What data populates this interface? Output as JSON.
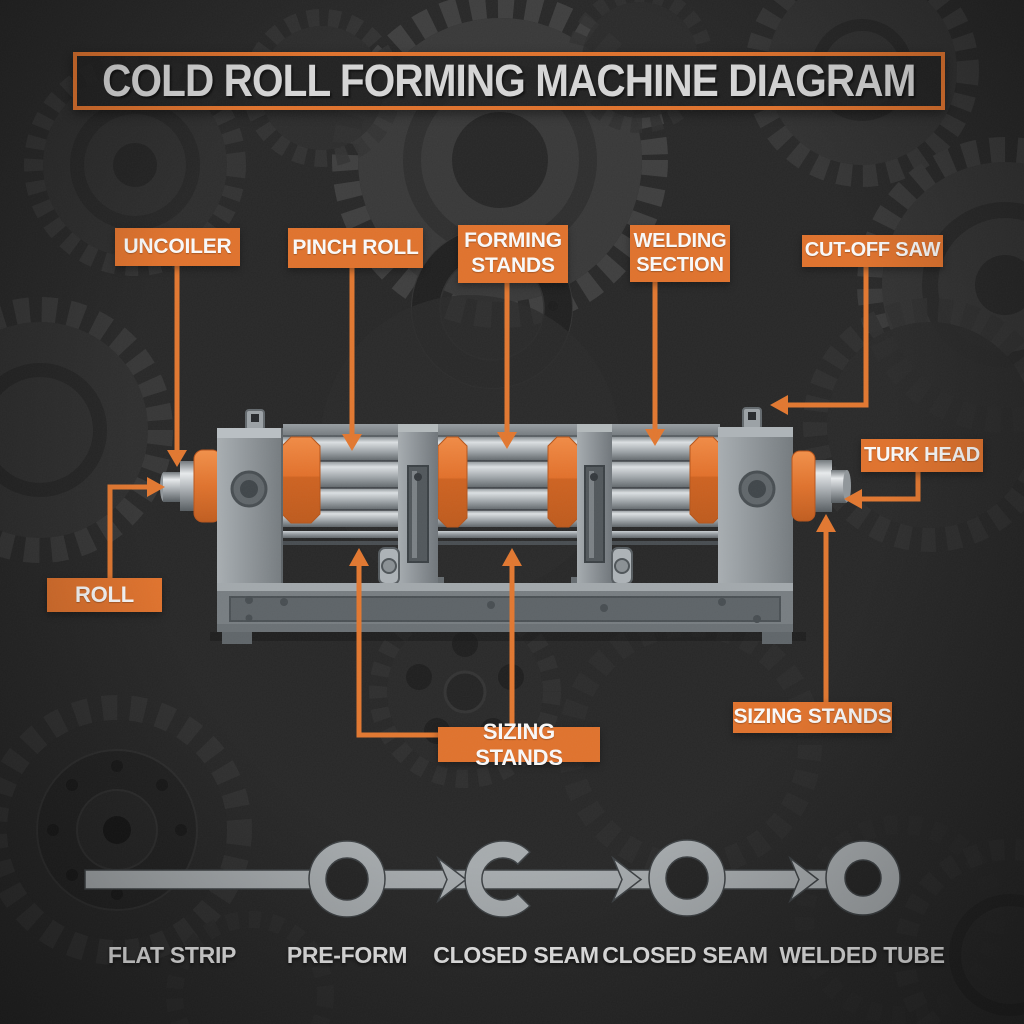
{
  "title": {
    "text": "COLD ROLL FORMING MACHINE DIAGRAM"
  },
  "callouts": {
    "uncoiler": {
      "label": "UNCOILER"
    },
    "pinch_roll": {
      "label": "PINCH ROLL"
    },
    "forming_stands": {
      "label": "FORMING\nSTANDS"
    },
    "welding_section": {
      "label": "WELDING\nSECTION"
    },
    "cut_off_saw": {
      "label": "CUT-OFF SAW"
    },
    "turk_head": {
      "label": "TURK HEAD"
    },
    "roll": {
      "label": "ROLL"
    },
    "sizing_stands_left": {
      "label": "SIZING STANDS"
    },
    "sizing_stands_right": {
      "label": "SIZING STANDS"
    }
  },
  "process_flow": {
    "steps": [
      {
        "label": "FLAT STRIP",
        "shape": "flat-strip-line"
      },
      {
        "label": "PRE-FORM",
        "shape": "ring"
      },
      {
        "label": "CLOSED SEAM",
        "shape": "open-c-ring"
      },
      {
        "label": "CLOSED SEAM",
        "shape": "ring"
      },
      {
        "label": "WELDED TUBE",
        "shape": "thick-ring"
      }
    ]
  },
  "colors": {
    "accent_orange": "#E0722C",
    "background": "#272727",
    "machine_gray": "#878D91",
    "steel_light": "#DCE0E3",
    "flow_gray": "#A6ABAE",
    "label_text": "#FFFFFF",
    "title_text": "#D6D6D6"
  }
}
